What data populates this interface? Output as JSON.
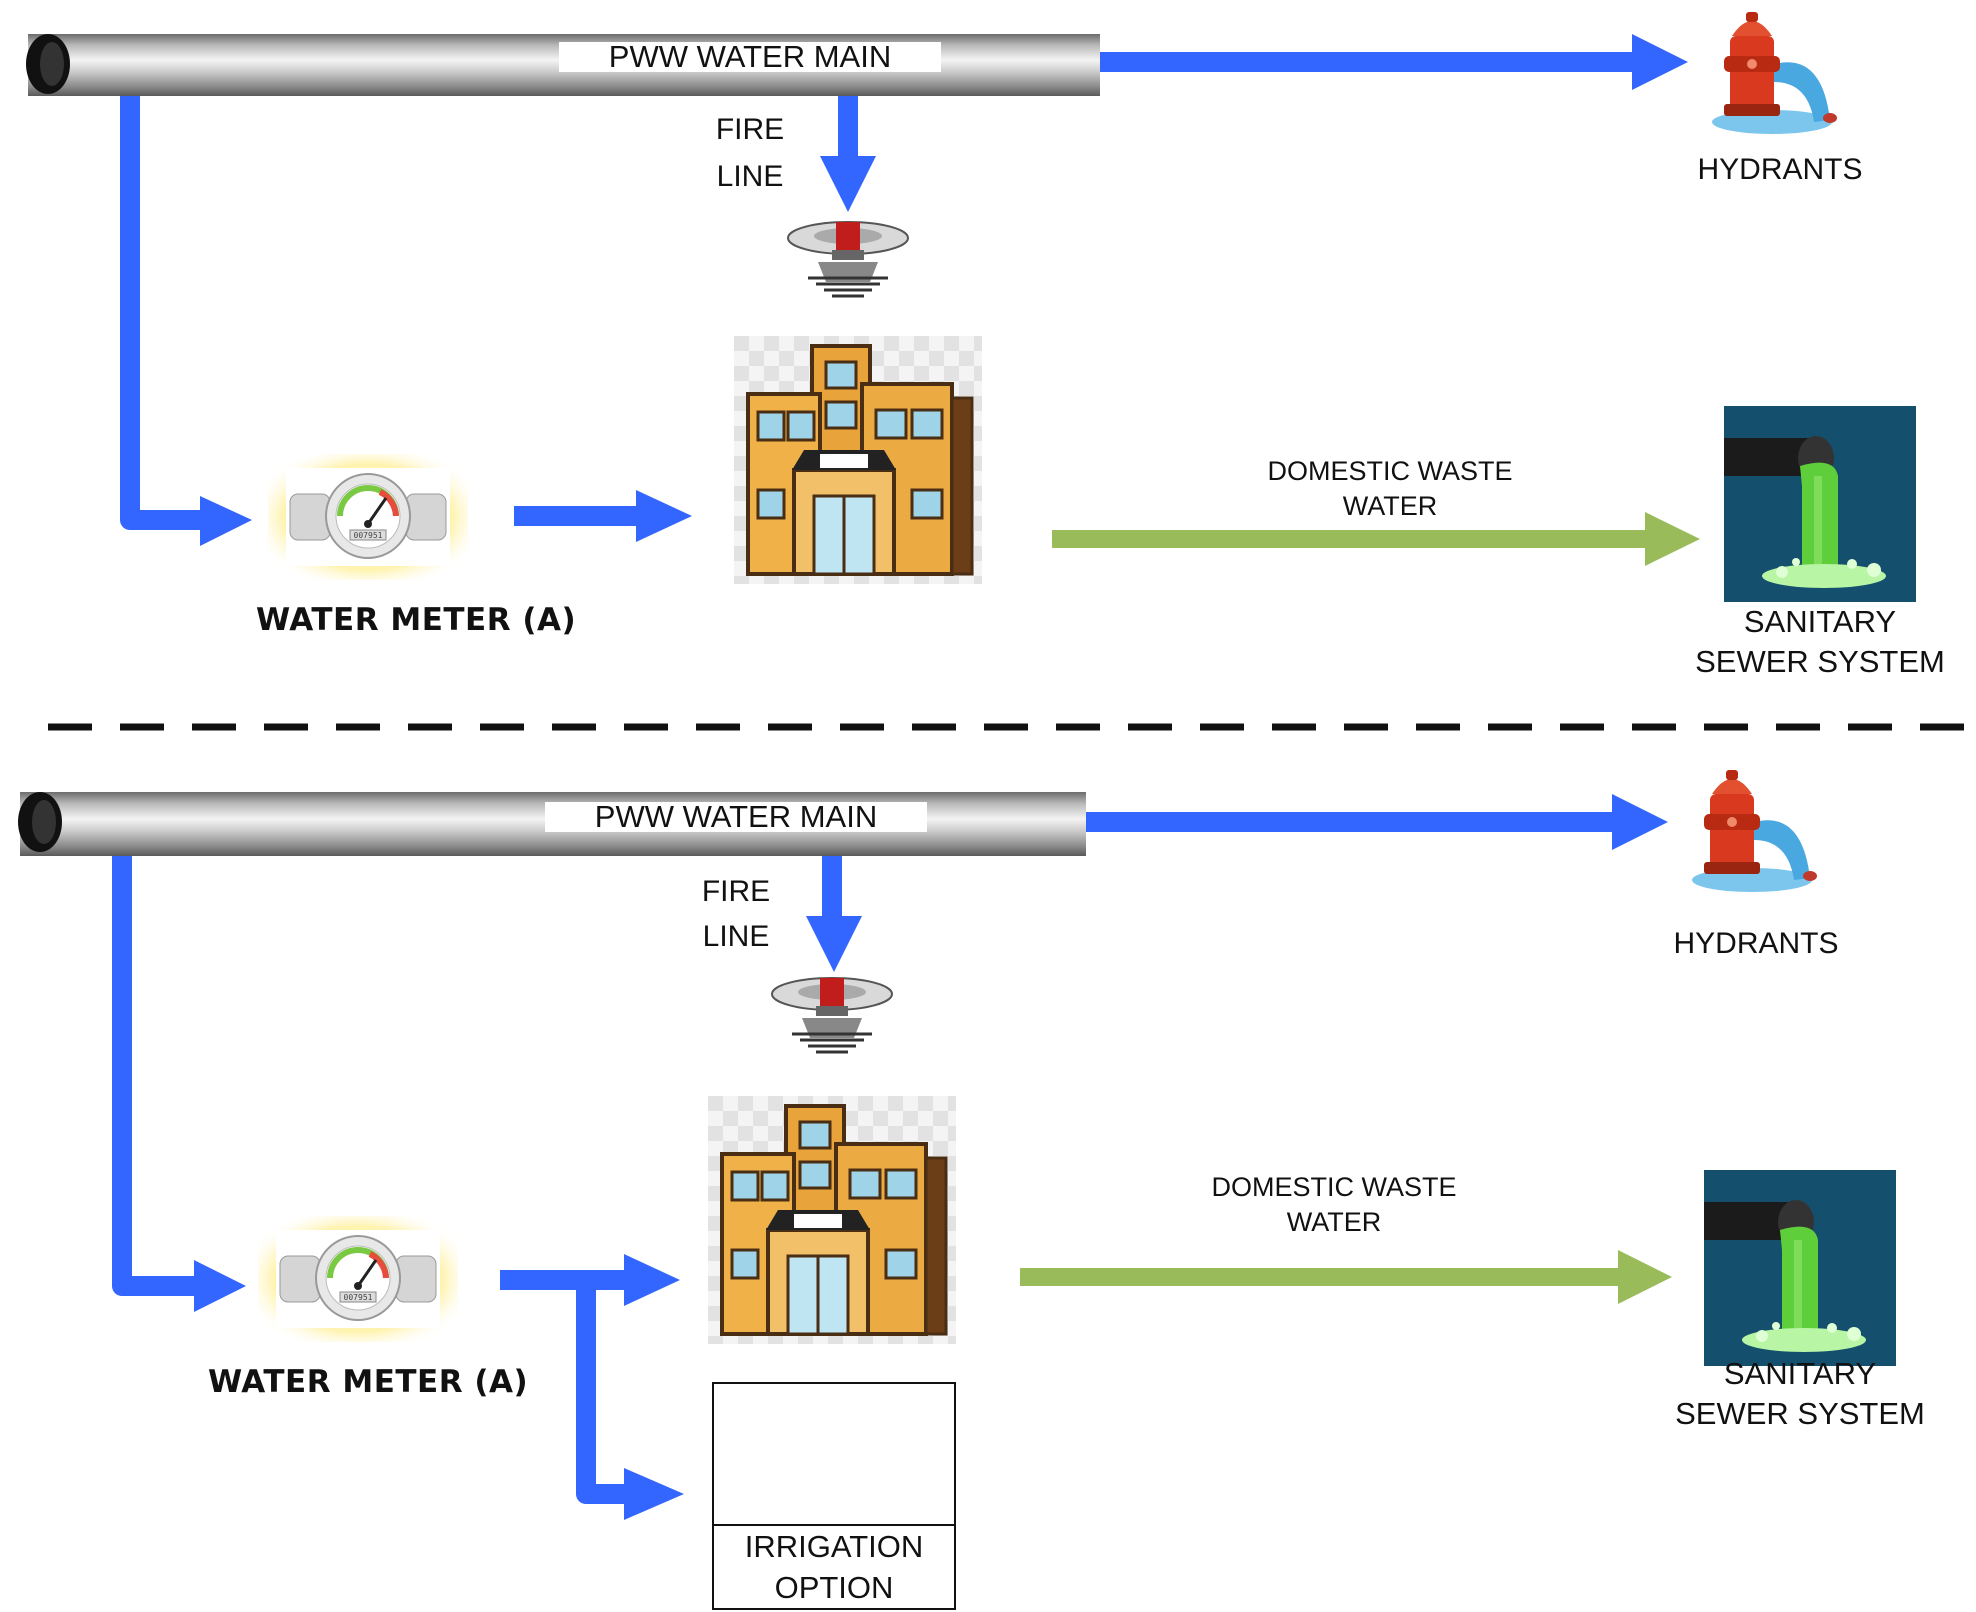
{
  "colors": {
    "water_flow": "#3366ff",
    "waste_flow": "#99bb5a",
    "divider": "#111111",
    "sewer_bg": "#14506e",
    "sewage": "#5ecf3a"
  },
  "top_panel": {
    "main_label": "PWW WATER MAIN",
    "fire_line_1": "FIRE",
    "fire_line_2": "LINE",
    "hydrants_label": "HYDRANTS",
    "meter_label": "WATER METER (A)",
    "waste_label_1": "DOMESTIC WASTE",
    "waste_label_2": "WATER",
    "sewer_label_1": "SANITARY",
    "sewer_label_2": "SEWER SYSTEM",
    "meter_reading": "007951"
  },
  "bottom_panel": {
    "main_label": "PWW WATER MAIN",
    "fire_line_1": "FIRE",
    "fire_line_2": "LINE",
    "hydrants_label": "HYDRANTS",
    "meter_label": "WATER METER (A)",
    "waste_label_1": "DOMESTIC WASTE",
    "waste_label_2": "WATER",
    "sewer_label_1": "SANITARY",
    "sewer_label_2": "SEWER SYSTEM",
    "meter_reading": "007951",
    "irrigation_label_1": "IRRIGATION",
    "irrigation_label_2": "OPTION"
  },
  "icons": {
    "hydrant": "fire-hydrant-icon",
    "sprinkler": "fire-sprinkler-icon",
    "meter": "water-meter-icon",
    "building": "building-icon",
    "sewer": "sewer-pipe-icon",
    "irrigation": "lawn-sprinkler-icon"
  }
}
